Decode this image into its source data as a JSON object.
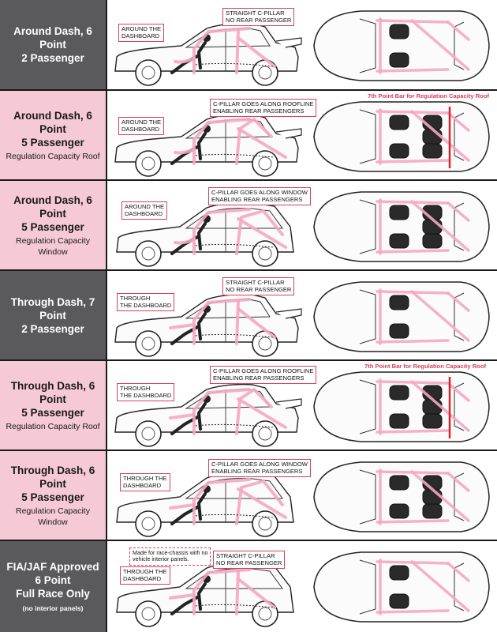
{
  "rows": [
    {
      "id": "row1",
      "style": "dark",
      "title_1": "Around Dash, 6 Point",
      "title_2": "2 Passenger",
      "dash_callout_1": "AROUND THE",
      "dash_callout_2": "DASHBOARD",
      "pillar_callout_1": "STRAIGHT C-PILLAR",
      "pillar_callout_2": "NO REAR PASSENGER"
    },
    {
      "id": "row2",
      "style": "pink",
      "title_1": "Around Dash, 6 Point",
      "title_2": "5 Passenger",
      "subtitle": "Regulation Capacity Roof",
      "dash_callout_1": "AROUND THE",
      "dash_callout_2": "DASHBOARD",
      "pillar_callout_1": "C-PILLAR GOES ALONG ROOFLINE",
      "pillar_callout_2": "ENABLING REAR PASSENGERS",
      "top_note": "7th Point Bar for Regulation Capacity Roof"
    },
    {
      "id": "row3",
      "style": "pink",
      "title_1": "Around Dash, 6 Point",
      "title_2": "5 Passenger",
      "subtitle": "Regulation Capacity Window",
      "dash_callout_1": "AROUND THE",
      "dash_callout_2": "DASHBOARD",
      "pillar_callout_1": "C-PILLAR GOES ALONG WINDOW",
      "pillar_callout_2": "ENABLING REAR PASSENGERS"
    },
    {
      "id": "row4",
      "style": "dark",
      "title_1": "Through Dash, 7 Point",
      "title_2": "2 Passenger",
      "dash_callout_1": "THROUGH",
      "dash_callout_2": "THE DASHBOARD",
      "pillar_callout_1": "STRAIGHT C-PILLAR",
      "pillar_callout_2": "NO REAR PASSENGER"
    },
    {
      "id": "row5",
      "style": "pink",
      "title_1": "Through Dash, 6 Point",
      "title_2": "5 Passenger",
      "subtitle": "Regulation Capacity Roof",
      "dash_callout_1": "THROUGH",
      "dash_callout_2": "THE DASHBOARD",
      "pillar_callout_1": "C-PILLAR GOES ALONG ROOFLINE",
      "pillar_callout_2": "ENABLING REAR PASSENGERS",
      "top_note": "7th Point Bar for Regulation Capacity Roof"
    },
    {
      "id": "row6",
      "style": "pink",
      "title_1": "Through Dash, 6 Point",
      "title_2": "5 Passenger",
      "subtitle": "Regulation Capacity Window",
      "dash_callout_1": "THROUGH THE",
      "dash_callout_2": "DASHBOARD",
      "pillar_callout_1": "C-PILLAR GOES ALONG WINDOW",
      "pillar_callout_2": "ENABLING REAR PASSENGERS"
    },
    {
      "id": "row7",
      "style": "dark",
      "title_1": "FIA/JAF Approved",
      "title_2": "6 Point",
      "title_3": "Full Race Only",
      "note": "(no interior panels)",
      "race_note_1": "Made for race-chassis with no",
      "race_note_2": "vehicle interior panels.",
      "dash_callout_1": "THROUGH THE",
      "dash_callout_2": "DASHBOARD",
      "pillar_callout_1": "STRAIGHT C-PILLAR",
      "pillar_callout_2": "NO REAR PASSENGER"
    }
  ],
  "colors": {
    "cage": "#f3a9c1",
    "callout_border": "#d6405c",
    "label_dark": "#5a5a5c",
    "label_pink": "#f6c9d6",
    "seven_point_bar": "#d8232a"
  }
}
